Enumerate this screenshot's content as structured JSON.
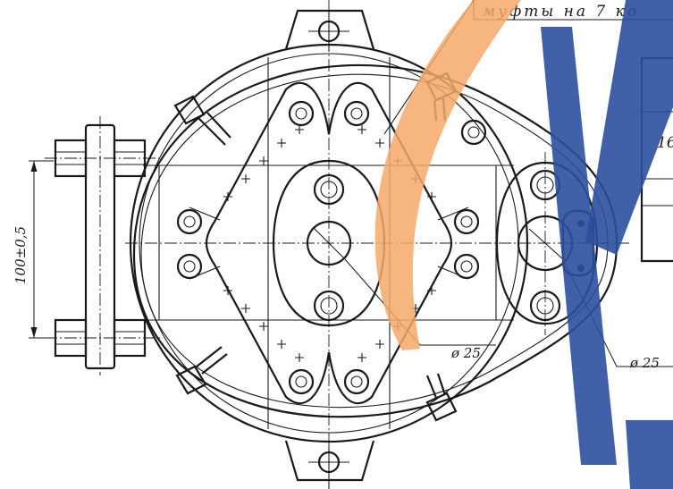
{
  "drawing": {
    "note_text": "муфты на 7 ко",
    "table_cell_text": "16",
    "dim_vertical": "100±0,5",
    "dim_diameter_left": "ø 25",
    "dim_diameter_right": "ø 25",
    "watermark_colors": {
      "orange": "#f6a96a",
      "blue": "#2b4f9e"
    }
  }
}
